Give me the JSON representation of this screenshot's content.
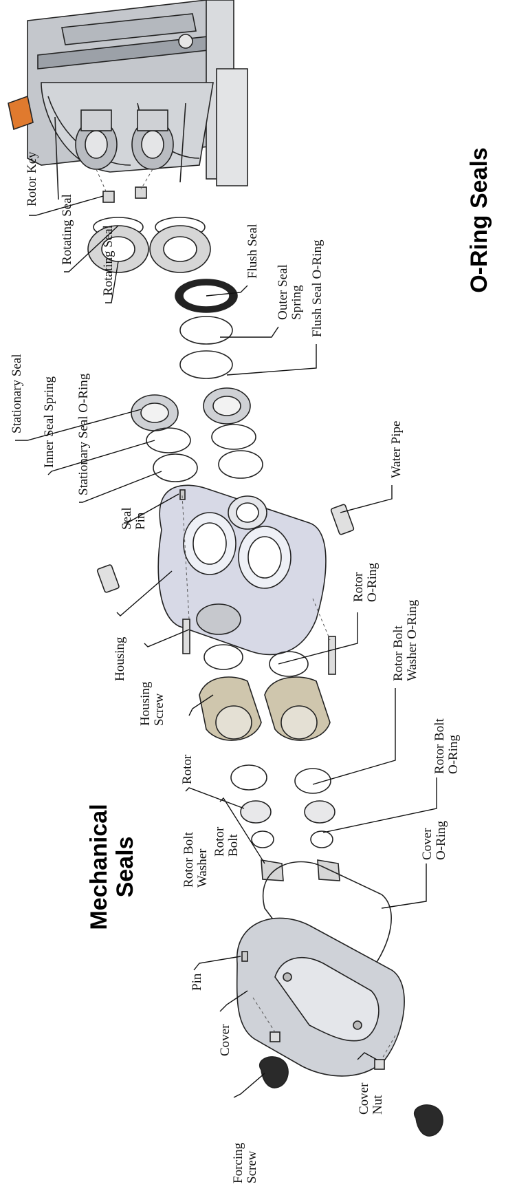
{
  "headings": {
    "mechanical": [
      "Mechanical",
      "Seals"
    ],
    "oring": [
      "O-Ring Seals"
    ]
  },
  "labels": {
    "rotor_key": [
      "Rotor  Key"
    ],
    "rotating_seal_1": [
      "Rotating Seal"
    ],
    "rotating_seal_2": [
      "Rotating Seal"
    ],
    "flush_seal": [
      "Flush Seal"
    ],
    "outer_seal_spring": [
      "Outer Seal",
      "Spring"
    ],
    "flush_seal_oring": [
      "Flush Seal O-Ring"
    ],
    "stationary_seal": [
      "Stationary Seal"
    ],
    "inner_seal_spring": [
      "Inner Seal Spring"
    ],
    "stationary_seal_oring": [
      "Stationary Seal O-Ring"
    ],
    "water_pipe": [
      "Water Pipe"
    ],
    "seal_pin": [
      "Seal",
      "Pin"
    ],
    "housing": [
      "Housing"
    ],
    "rotor_oring": [
      "Rotor",
      "O-Ring"
    ],
    "housing_screw": [
      "Housing",
      "Screw"
    ],
    "rotor_bolt_washer_oring": [
      "Rotor Bolt",
      "Washer O-Ring"
    ],
    "rotor": [
      "Rotor"
    ],
    "rotor_bolt_oring": [
      "Rotor Bolt",
      "O-Ring"
    ],
    "rotor_bolt_washer": [
      "Rotor Bolt",
      "Washer"
    ],
    "rotor_bolt": [
      "Rotor",
      "Bolt"
    ],
    "cover_oring": [
      "Cover",
      "O-Ring"
    ],
    "pin": [
      "Pin"
    ],
    "cover": [
      "Cover"
    ],
    "cover_nut": [
      "Cover",
      "Nut"
    ],
    "forcing_screw": [
      "Forcing",
      "Screw"
    ]
  },
  "colors": {
    "orange_cap": "#e07a2e",
    "metal": "#c9ccd2",
    "metal_dark": "#8e939b",
    "bronze": "#cfc6ad",
    "knob": "#2a2a2a"
  }
}
